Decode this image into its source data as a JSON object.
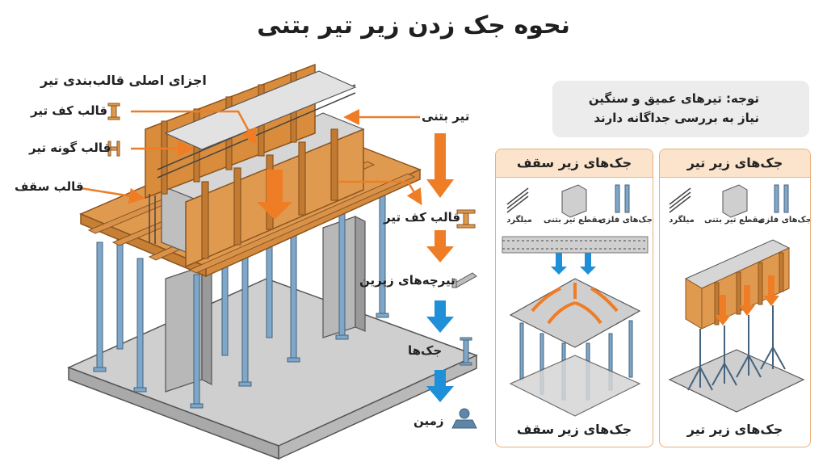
{
  "title": "نحوه جک زدن زیر تیر بتنی",
  "parts": {
    "heading": "اجزای اصلی قالب‌بندی تیر",
    "beam_bottom_form": "قالب کف تیر",
    "beam_side_form": "قالب گونه تیر",
    "slab_form": "قالب سقف"
  },
  "flow": {
    "step1": "تیر بتنی",
    "step2": "قالب کف تیر",
    "step3": "تیرچه‌های زیرین",
    "step4": "جک‌ها",
    "step5": "زمین"
  },
  "note": {
    "text": "توجه: تیرهای عمیق و سنگین نیاز به بررسی جداگانه دارند"
  },
  "panel_beam": {
    "header": "جک‌های زیر تیر",
    "footer": "جک‌های زیر تیر",
    "icon_jacks": "جک‌های فلزی",
    "icon_section": "مقطع تیر بتنی",
    "icon_rebar": "میلگرد"
  },
  "panel_slab": {
    "header": "جک‌های زیر سقف",
    "footer": "جک‌های زیر سقف",
    "icon_jacks": "جک‌های فلزی",
    "icon_section": "مقطع تیر بتنی",
    "icon_rebar": "میلگرد"
  },
  "colors": {
    "wood": "#e09a4f",
    "wood_dark": "#b8742f",
    "steel": "#7ea7c9",
    "concrete": "#c9c9c9",
    "arrow_orange": "#ee7d26",
    "arrow_blue": "#1f8fd8"
  }
}
